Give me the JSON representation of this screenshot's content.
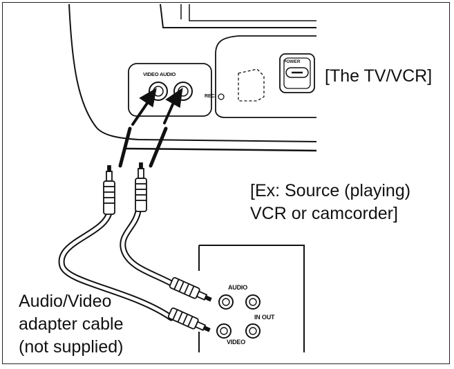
{
  "tv": {
    "caption": "[The TV/VCR]",
    "jack_label": "VIDEO AUDIO",
    "rec_label": "REC",
    "power_label": "POWER"
  },
  "source": {
    "caption_line1": "[Ex: Source (playing)",
    "caption_line2": "VCR or camcorder]",
    "audio_label": "AUDIO",
    "inout_label": "IN OUT",
    "video_label": "VIDEO"
  },
  "cable": {
    "caption_line1": "Audio/Video",
    "caption_line2": "adapter cable",
    "caption_line3": "(not supplied)"
  },
  "colors": {
    "line": "#111111",
    "background": "#ffffff"
  }
}
